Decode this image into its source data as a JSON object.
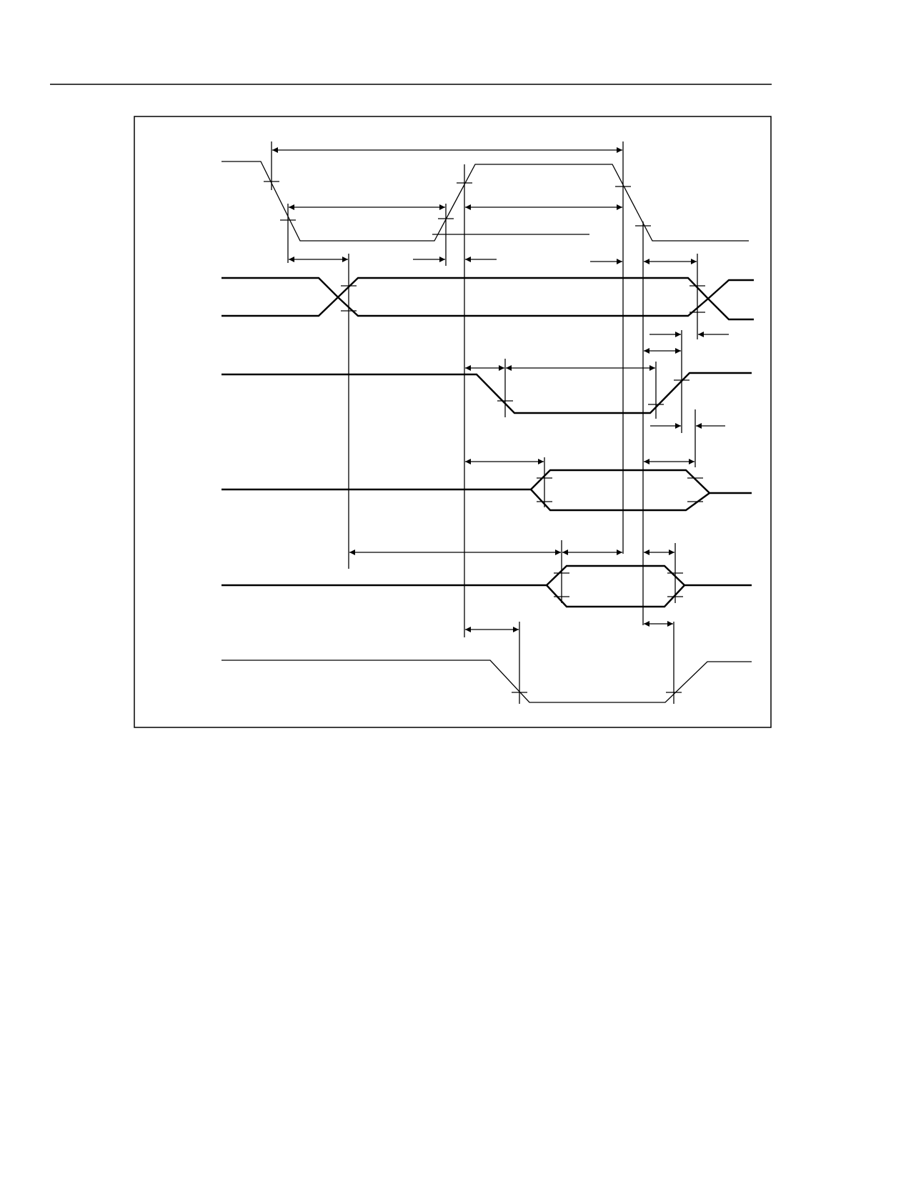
{
  "page": {
    "background": "#ffffff",
    "ink": "#000000"
  },
  "diagram": {
    "kind": "timing-diagram",
    "signals": [
      {
        "id": "clock",
        "type": "clock",
        "label": ""
      },
      {
        "id": "address-bus",
        "type": "bus",
        "label": ""
      },
      {
        "id": "strobe",
        "type": "strobe",
        "label": ""
      },
      {
        "id": "data-bus-1",
        "type": "bus",
        "label": ""
      },
      {
        "id": "data-bus-2",
        "type": "bus",
        "label": ""
      },
      {
        "id": "strobe-2",
        "type": "strobe",
        "label": ""
      }
    ],
    "timing_labels": []
  }
}
